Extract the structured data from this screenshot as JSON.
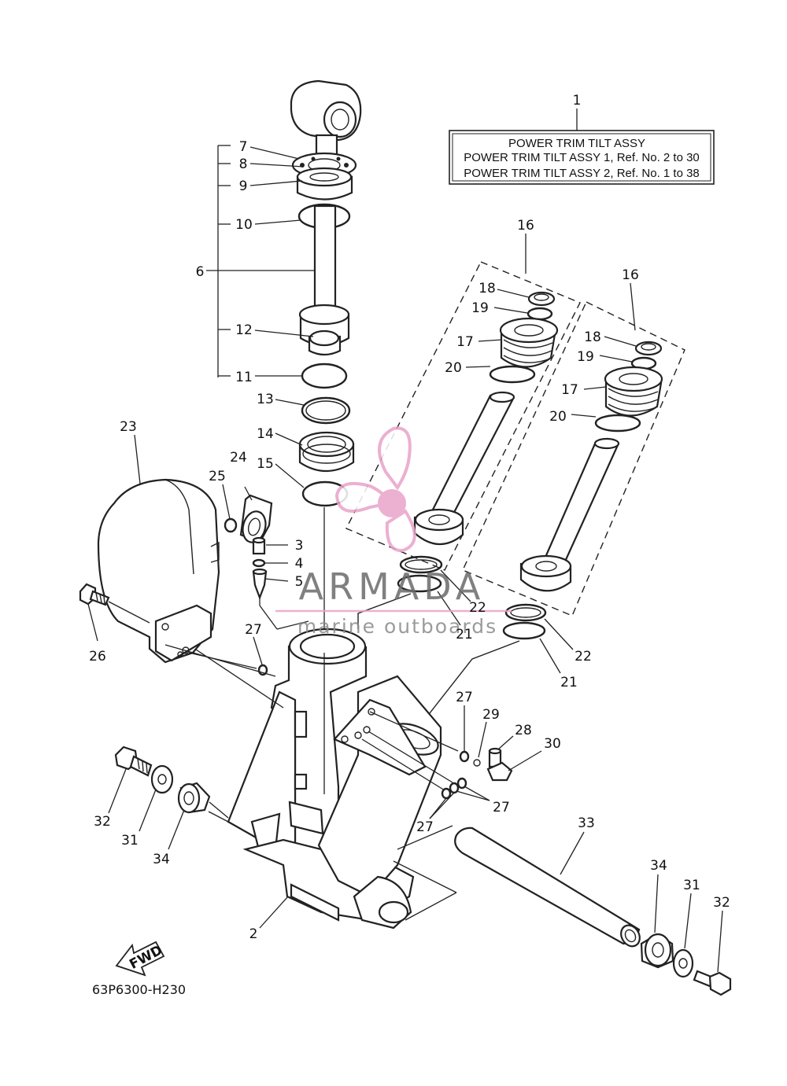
{
  "title_box": {
    "line1": "POWER TRIM TILT ASSY",
    "line2": "POWER TRIM TILT ASSY 1,  Ref. No. 2 to 30",
    "line3": "POWER TRIM TILT ASSY 2,  Ref. No. 1 to 38"
  },
  "diagram_code": "63P6300-H230",
  "fwd_label": "FWD",
  "watermark": {
    "brand": "ARMADA",
    "tagline": "marine outboards",
    "color": "#e9a3c9"
  },
  "callouts": {
    "c1": "1",
    "c2": "2",
    "c3": "3",
    "c4": "4",
    "c5": "5",
    "c6": "6",
    "c7": "7",
    "c8": "8",
    "c9": "9",
    "c10": "10",
    "c11": "11",
    "c12": "12",
    "c13": "13",
    "c14": "14",
    "c15": "15",
    "c16a": "16",
    "c16b": "16",
    "c17a": "17",
    "c17b": "17",
    "c18a": "18",
    "c18b": "18",
    "c19a": "19",
    "c19b": "19",
    "c20a": "20",
    "c20b": "20",
    "c21a": "21",
    "c21b": "21",
    "c22a": "22",
    "c22b": "22",
    "c23": "23",
    "c24": "24",
    "c25": "25",
    "c26": "26",
    "c27a": "27",
    "c27b": "27",
    "c27c": "27",
    "c27d": "27",
    "c28": "28",
    "c29": "29",
    "c30": "30",
    "c31a": "31",
    "c31b": "31",
    "c32a": "32",
    "c32b": "32",
    "c33": "33",
    "c34a": "34",
    "c34b": "34"
  }
}
